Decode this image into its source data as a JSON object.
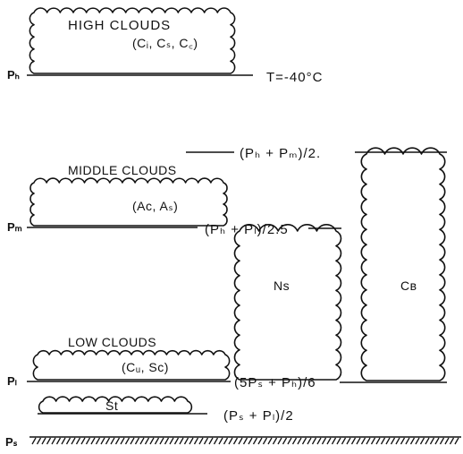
{
  "high": {
    "title": "HIGH   CLOUDS",
    "types": "(Cᵢ, Cₛ, C꜀)",
    "level": "Pₕ",
    "temp": "T=-40°C"
  },
  "middle": {
    "title": "MIDDLE   CLOUDS",
    "types": "(Aᴄ, Aₛ)",
    "level": "Pₘ"
  },
  "low": {
    "title": "LOW   CLOUDS",
    "types": "(Cᵤ, Sᴄ)",
    "level": "Pₗ"
  },
  "stratus": {
    "label": "St"
  },
  "surface": {
    "level": "Pₛ"
  },
  "nimbostratus": {
    "label": "Ns",
    "top": "(Pₕ + Pₗ)/2.5",
    "base": "(5Pₛ + Pₕ)/6"
  },
  "cumulonimbus": {
    "label": "Cʙ",
    "top": "(Pₕ + Pₘ)/2."
  },
  "stratus_level": {
    "label": "(Pₛ + Pₗ)/2"
  }
}
